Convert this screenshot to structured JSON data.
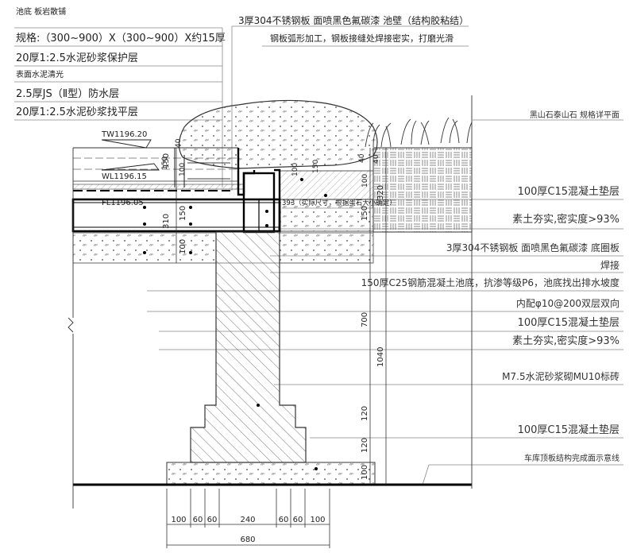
{
  "left_notes": [
    {
      "text": "池底 板岩散铺",
      "size": 10
    },
    {
      "text": "规格:（300~900）X（300~900）X约15厚",
      "size": 13
    },
    {
      "text": "20厚1:2.5水泥砂浆保护层",
      "size": 13
    },
    {
      "text": "表面水泥清光",
      "size": 10
    },
    {
      "text": "2.5厚JS（Ⅱ型）防水层",
      "size": 13
    },
    {
      "text": "20厚1:2.5水泥砂浆找平层",
      "size": 13
    }
  ],
  "top_notes": [
    {
      "text": "3厚304不锈钢板 面喷黑色氟碳漆 池壁（结构胶粘结）"
    },
    {
      "text": "钢板弧形加工，钢板接缝处焊接密实，打磨光滑"
    }
  ],
  "right_notes": [
    {
      "text": "黑山石泰山石 规格详平面",
      "size": 10
    },
    {
      "text": "100厚C15混凝土垫层",
      "size": 13
    },
    {
      "text": "素土夯实,密实度>93%",
      "size": 13
    },
    {
      "text": "3厚304不锈钢板 面喷黑色氟碳漆 底圈板",
      "size": 12
    },
    {
      "text": "焊接",
      "size": 12
    },
    {
      "text": "150厚C25钢筋混凝土池底，抗渗等级P6，池底找出排水坡度",
      "size": 12
    },
    {
      "text": "内配φ10@200双层双向",
      "size": 12
    },
    {
      "text": "100厚C15混凝土垫层",
      "size": 13
    },
    {
      "text": "素土夯实,密实度>93%",
      "size": 13
    },
    {
      "text": "M7.5水泥砂浆砌MU10标砖",
      "size": 12
    },
    {
      "text": "100厚C15混凝土垫层",
      "size": 13
    },
    {
      "text": "车库顶板结构完成面示意线",
      "size": 10
    }
  ],
  "level_marks": {
    "tw": "TW1196.20",
    "wl": "WL1196.15",
    "fl": "FL1196.05"
  },
  "inner_labels": {
    "dim_note": "393（实际尺寸，根据蛋石大小确定）",
    "d40a": "40",
    "d100a": "100",
    "d150a": "150",
    "d40b": "40",
    "d100b": "100"
  },
  "vertical_dims_left": [
    "150",
    "310",
    "150",
    "100"
  ],
  "vertical_dims_mid": [
    "150",
    "320",
    "700",
    "1040",
    "120",
    "120",
    "100"
  ],
  "vertical_dims_top": [
    "40",
    "100",
    "150"
  ],
  "bottom_dims": [
    "100",
    "60",
    "60",
    "240",
    "60",
    "60",
    "100"
  ],
  "total_width": "680"
}
